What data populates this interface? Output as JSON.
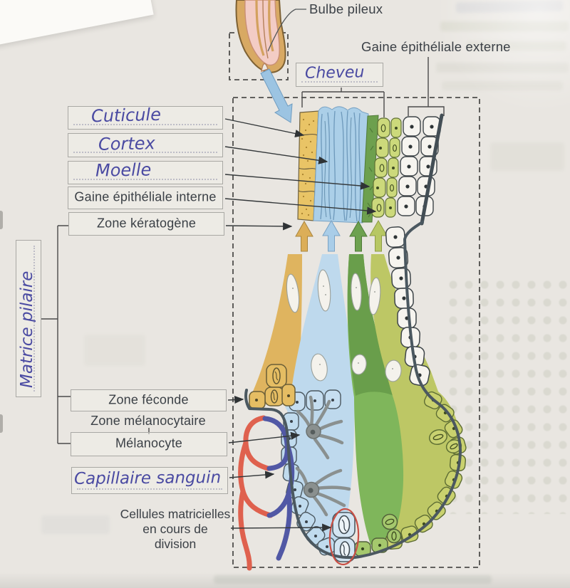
{
  "worksheet": {
    "figure_labels": {
      "bulbe_pileux": "Bulbe pileux",
      "gaine_epitheliale_externe": "Gaine épithéliale externe",
      "gaine_epitheliale_interne": "Gaine épithéliale interne",
      "zone_keratogene": "Zone kératogène",
      "zone_feconde": "Zone féconde",
      "zone_melanocytaire": "Zone mélanocytaire",
      "melanocyte": "Mélanocyte",
      "cellules_matricielles": [
        "Cellules matricielles",
        "en cours de",
        "division"
      ]
    },
    "handwritten_answers": {
      "cheveu": "Cheveu",
      "cuticule": "Cuticule",
      "cortex": "Cortex",
      "moelle": "Moelle",
      "matrice_pilaire": "Matrice pilaire",
      "capillaire_sanguin": "Capillaire sanguin"
    },
    "colors": {
      "ink_handwriting": "#4a4aa2",
      "printed_text": "#3b4046",
      "hair_cuticle_yellow": "#e9c466",
      "hair_cortex_blue": "#a9cde6",
      "hair_medulla_green": "#6da04e",
      "inner_sheath_green": "#ccd97b",
      "outer_sheath_white": "#f6f4ef",
      "bulb_blue": "#bed9ed",
      "bulb_green": "#7fb65b",
      "bulb_olive": "#bdc765",
      "matrix_tan": "#e3bb62",
      "melanocyte_gray": "#8a908f",
      "capillary_red": "#df614e",
      "capillary_blue": "#5158a5",
      "annotation_red": "#c94f45",
      "outline_slate": "#4b5860",
      "paper": "#e9e6e1"
    }
  }
}
